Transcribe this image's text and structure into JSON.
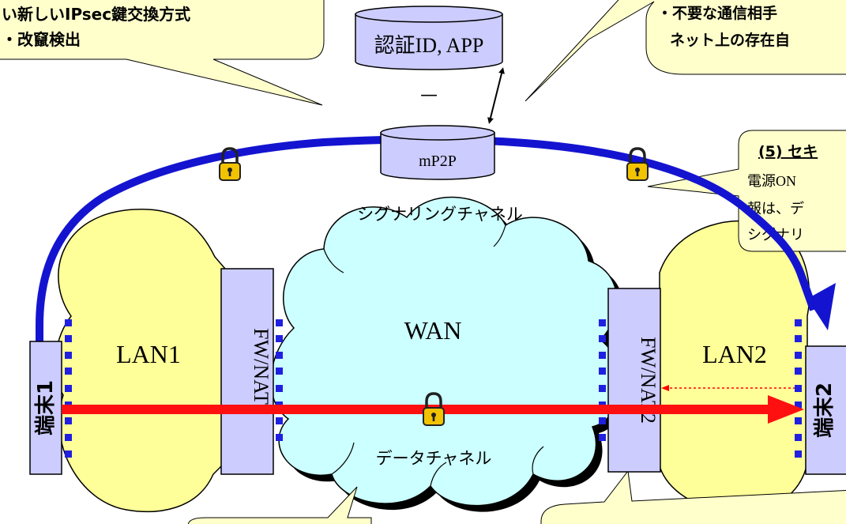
{
  "callouts": {
    "top_left": {
      "line1": "い新しいIPsec鍵交換方式",
      "line2": "・改竄検出"
    },
    "top_right": {
      "line1": "・不要な通信相手",
      "line2": "ネット上の存在自"
    },
    "right": {
      "heading": "(5) セキ",
      "line1": "電源ON",
      "line2": "報は、デ",
      "line3": "シグナリ"
    }
  },
  "server": {
    "label": "認証ID, APP",
    "dash": "—"
  },
  "node": {
    "label": "mP2P"
  },
  "channels": {
    "signaling": "シグナリングチャネル",
    "data": "データチャネル"
  },
  "networks": {
    "lan1": "LAN1",
    "lan2": "LAN2",
    "wan": "WAN"
  },
  "devices": {
    "fw1": "FW/NAT1",
    "fw2": "FW/NAT2",
    "term1": "端末1",
    "term2": "端末2"
  },
  "colors": {
    "signaling_channel": "#1414d0",
    "data_channel": "#ff1010",
    "lan_fill": "#ffff99",
    "wan_fill": "#ccffff",
    "device_fill": "#ccccff",
    "callout_fill": "#ffffcc"
  }
}
